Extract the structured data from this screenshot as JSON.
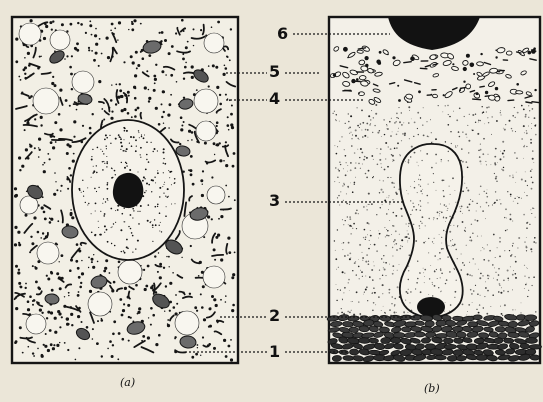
{
  "panels": [
    {
      "id": "a",
      "caption": "(a)"
    },
    {
      "id": "b",
      "caption": "(b)"
    }
  ],
  "labels": [
    "1",
    "2",
    "3",
    "4",
    "5",
    "6"
  ],
  "colors": {
    "paper": "#ebe6d8",
    "ink": "#151515"
  }
}
